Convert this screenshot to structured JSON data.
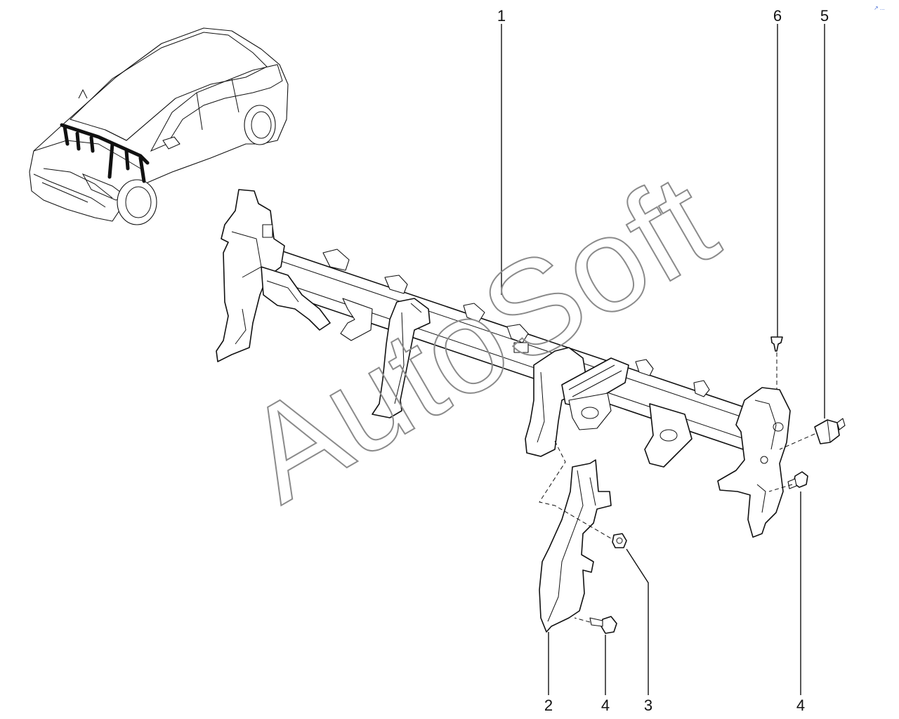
{
  "diagram": {
    "callouts": [
      {
        "id": "c1",
        "label": "1"
      },
      {
        "id": "c6",
        "label": "6"
      },
      {
        "id": "c5",
        "label": "5"
      },
      {
        "id": "c2",
        "label": "2"
      },
      {
        "id": "c4a",
        "label": "4"
      },
      {
        "id": "c3",
        "label": "3"
      },
      {
        "id": "c4b",
        "label": "4"
      }
    ],
    "watermark": "AutoSoft",
    "corner_mark": "↗ ..."
  },
  "colors": {
    "ink": "#111111",
    "watermark": "#8a8a8a",
    "corner_mark": "#4a6fd8"
  }
}
